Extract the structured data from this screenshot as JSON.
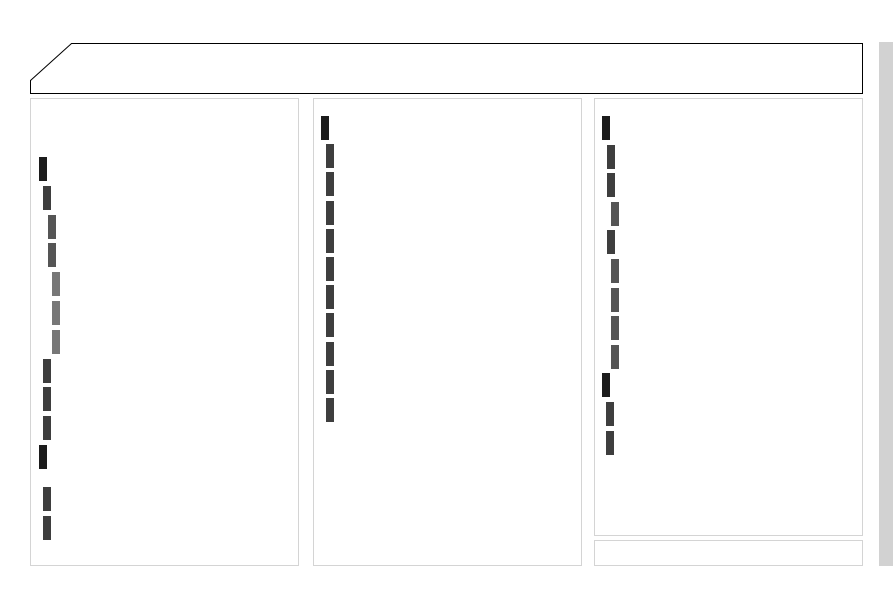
{
  "page": {
    "title": "",
    "footer": ""
  },
  "colors": {
    "header_border": "#000000",
    "panel_border": "#d4d4d4",
    "scrollbar": "#d2d2d2",
    "marker_level_0": "#1c1c1c",
    "marker_level_1": "#3e3e3e",
    "marker_level_2": "#555555",
    "marker_level_3": "#777777"
  },
  "columns": [
    {
      "items": [
        {
          "label": "",
          "level": 0
        },
        {
          "label": "",
          "level": 1
        },
        {
          "label": "",
          "level": 2
        },
        {
          "label": "",
          "level": 2
        },
        {
          "label": "",
          "level": 3
        },
        {
          "label": "",
          "level": 3
        },
        {
          "label": "",
          "level": 3
        },
        {
          "label": "",
          "level": 1
        },
        {
          "label": "",
          "level": 1
        },
        {
          "label": "",
          "level": 1
        },
        {
          "label": "",
          "level": 0
        },
        {
          "label": "",
          "level": 1
        },
        {
          "label": "",
          "level": 1
        }
      ]
    },
    {
      "items": [
        {
          "label": "",
          "level": 0
        },
        {
          "label": "",
          "level": 1
        },
        {
          "label": "",
          "level": 1
        },
        {
          "label": "",
          "level": 1
        },
        {
          "label": "",
          "level": 1
        },
        {
          "label": "",
          "level": 1
        },
        {
          "label": "",
          "level": 1
        },
        {
          "label": "",
          "level": 1
        },
        {
          "label": "",
          "level": 1
        },
        {
          "label": "",
          "level": 1
        },
        {
          "label": "",
          "level": 1
        }
      ]
    },
    {
      "items": [
        {
          "label": "",
          "level": 0
        },
        {
          "label": "",
          "level": 1
        },
        {
          "label": "",
          "level": 1
        },
        {
          "label": "",
          "level": 2
        },
        {
          "label": "",
          "level": 1
        },
        {
          "label": "",
          "level": 2
        },
        {
          "label": "",
          "level": 2
        },
        {
          "label": "",
          "level": 2
        },
        {
          "label": "",
          "level": 2
        },
        {
          "label": "",
          "level": 0
        },
        {
          "label": "",
          "level": 1
        },
        {
          "label": "",
          "level": 1
        }
      ]
    }
  ]
}
